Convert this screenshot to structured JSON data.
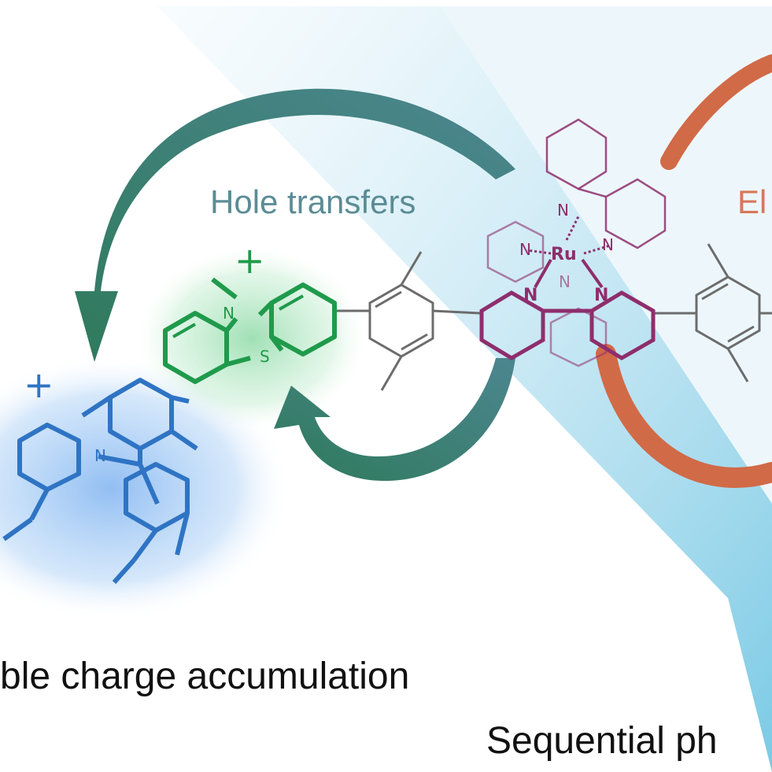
{
  "labels": {
    "hole_transfers": "Hole transfers",
    "electron_partial": "El",
    "charge_accumulation": "ble charge accumulation",
    "sequential": "Sequential ph"
  },
  "atoms": {
    "n_methyl": "N",
    "sulfur": "S",
    "n_amine": "N",
    "ruthenium": "Ru",
    "n": "N"
  },
  "charges": {
    "plus": "+"
  },
  "colors": {
    "text": "#111111",
    "hole_label": "#5b8c95",
    "electron_label": "#d8775a",
    "green": "#1f9a4b",
    "blue": "#2f74c4",
    "ru_purple": "#8e2e6c",
    "bond_gray": "#6c6c6c",
    "arrow_teal": "#3f7f73",
    "arrow_orange": "#d16a47",
    "beam": "#9fd6ea"
  }
}
